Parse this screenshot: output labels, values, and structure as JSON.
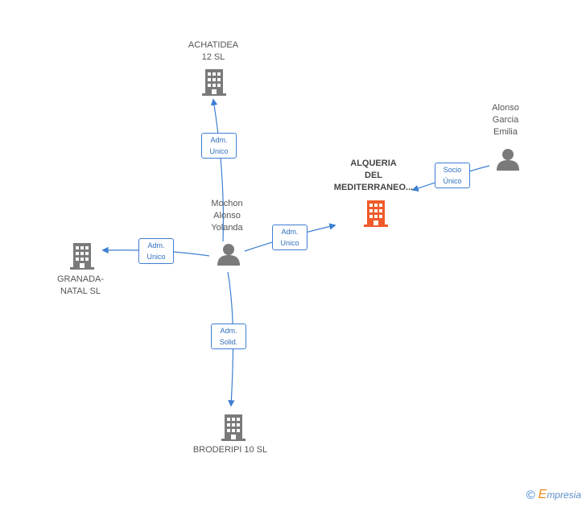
{
  "colors": {
    "edge": "#3d7fd1",
    "icon": "#7a7a7a",
    "focus_icon": "#f05a2a"
  },
  "nodes": {
    "achatidea": {
      "label": "ACHATIDEA\n12 SL",
      "icon": "building-icon"
    },
    "alqueria": {
      "label": "ALQUERIA\nDEL\nMEDITERRANEO...",
      "icon": "building-icon"
    },
    "alonso": {
      "label": "Alonso\nGarcia\nEmilia",
      "icon": "person-icon"
    },
    "mochon": {
      "label": "Mochon\nAlonso\nYolanda",
      "icon": "person-icon"
    },
    "granada": {
      "label": "GRANADA-\nNATAL SL",
      "icon": "building-icon"
    },
    "broderipi": {
      "label": "BRODERIPI 10 SL",
      "icon": "building-icon"
    }
  },
  "edges": {
    "achatidea": "Adm.\nUnico",
    "alqueria": "Adm.\nUnico",
    "socio": "Socio\nÚnico",
    "granada": "Adm.\nUnico",
    "broderipi": "Adm.\nSolid."
  },
  "brand": {
    "copyright": "©",
    "initial": "E",
    "rest": "mpresia"
  }
}
